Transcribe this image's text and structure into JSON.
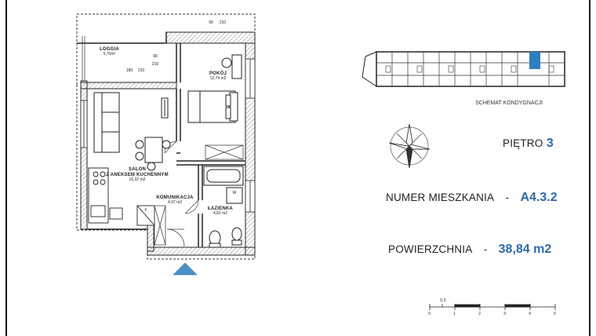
{
  "rooms": {
    "loggia": {
      "name": "LOGGIA",
      "area": "5,70m²"
    },
    "pokoj": {
      "name": "POKÓJ",
      "area": "12,74 m2"
    },
    "salon": {
      "name1": "SALON",
      "name2": "Z ANEKSEM KUCHENNYM",
      "area": "16,32 m2"
    },
    "komunikacja": {
      "name": "KOMUNIKACJA",
      "area": "4,97 m2"
    },
    "lazienka": {
      "name": "ŁAZIENKA",
      "area": "4,81 m2"
    }
  },
  "door_dims": {
    "d1_w": "90",
    "d1_h": "210",
    "d2_w": "90",
    "d2_h": "210",
    "d3_w": "180",
    "d3_h": "210"
  },
  "fixture_labels": {
    "washer": "W",
    "fridge": "F"
  },
  "schemat_label": "SCHEMAT KONDYGNACJI",
  "info": {
    "floor_label": "PIĘTRO",
    "floor_value": "3",
    "apt_label": "NUMER MIESZKANIA",
    "apt_value": "A4.3.2",
    "area_label": "POWIERZCHNIA",
    "area_value": "38,84 m2",
    "dash": "-"
  },
  "scale": {
    "half": "0,5",
    "ticks": [
      "0",
      "1",
      "2",
      "3",
      "4",
      "5"
    ]
  },
  "colors": {
    "accent": "#2f6aa8",
    "wall": "#1a1a1a"
  }
}
